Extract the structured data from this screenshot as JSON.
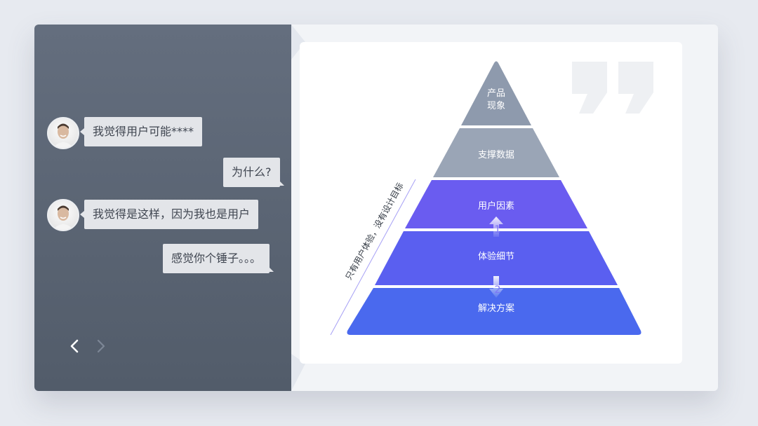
{
  "chat": {
    "messages": [
      {
        "side": "left",
        "text": "我觉得用户可能****"
      },
      {
        "side": "right",
        "text": "为什么?"
      },
      {
        "side": "left",
        "text": "我觉得是这样，因为我也是用户"
      },
      {
        "side": "right",
        "text": "感觉你个锤子。。。"
      }
    ],
    "nav": {
      "prev_icon": "‹",
      "next_icon": "›"
    }
  },
  "pyramid": {
    "levels": [
      {
        "line1": "产品",
        "line2": "现象",
        "color": "#8e9aad"
      },
      {
        "line1": "支撑数据",
        "color": "#9aa5b6"
      },
      {
        "line1": "用户因素",
        "color": "#6a5cf0"
      },
      {
        "line1": "体验细节",
        "color": "#5a5ff0"
      },
      {
        "line1": "解决方案",
        "color": "#4a69ee"
      }
    ],
    "markers": [
      "1",
      "2"
    ],
    "side_label": "只有用户体验，没有设计目标"
  }
}
